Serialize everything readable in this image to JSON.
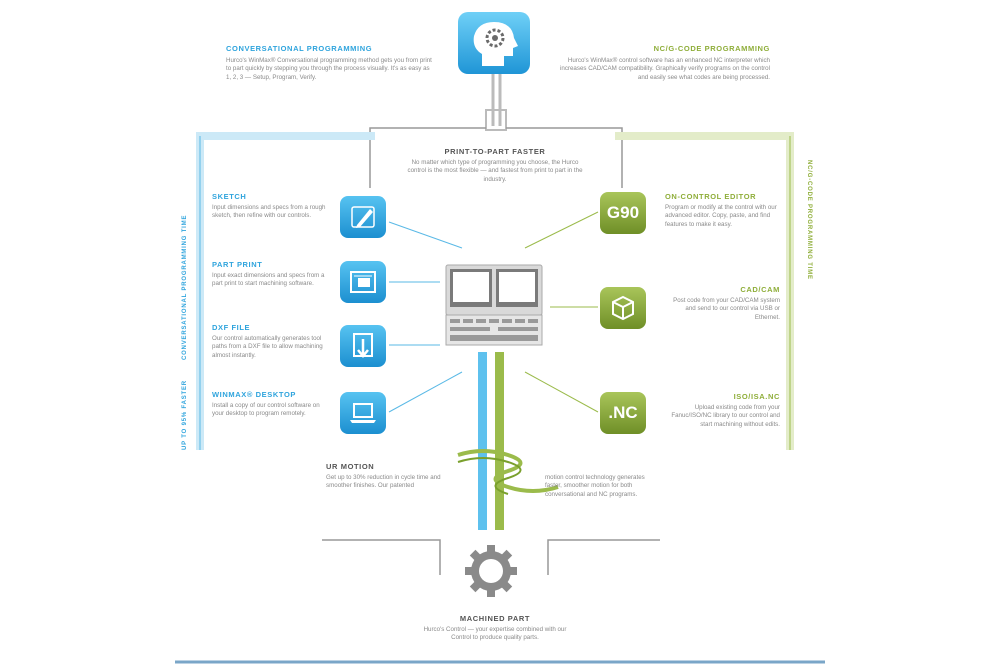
{
  "top": {
    "left_heading": "CONVERSATIONAL PROGRAMMING",
    "left_body": "Hurco's WinMax® Conversational programming method gets you from print to part quickly by stepping you through the process visually. It's as easy as 1, 2, 3 — Setup, Program, Verify.",
    "right_heading": "NC/G-CODE PROGRAMMING",
    "right_body": "Hurco's WinMax® control software has an enhanced NC interpreter which increases CAD/CAM compatibility. Graphically verify programs on the control and easily see what codes are being processed."
  },
  "center": {
    "heading": "PRINT-TO-PART FASTER",
    "body": "No matter which type of programming you choose, the Hurco control is the most flexible — and fastest from print to part in the industry."
  },
  "left_side": {
    "vertical_label": "CONVERSATIONAL PROGRAMMING TIME",
    "vertical_label_2": "UP TO 95% FASTER",
    "items": [
      {
        "title": "SKETCH",
        "body": "Input dimensions and specs from a rough sketch, then refine with our controls."
      },
      {
        "title": "PART PRINT",
        "body": "Input exact dimensions and specs from a part print to start machining software."
      },
      {
        "title": "DXF FILE",
        "body": "Our control automatically generates tool paths from a DXF file to allow machining almost instantly."
      },
      {
        "title": "WINMAX® DESKTOP",
        "body": "Install a copy of our control software on your desktop to program remotely."
      }
    ]
  },
  "right_side": {
    "vertical_label": "NC/G-CODE PROGRAMMING TIME",
    "items": [
      {
        "title": "ON-CONTROL EDITOR",
        "body": "Program or modify at the control with our advanced editor. Copy, paste, and find features to make it easy.",
        "icon_text": "G90"
      },
      {
        "title": "CAD/CAM",
        "body": "Post code from your CAD/CAM system and send to our control via USB or Ethernet.",
        "icon_text": ""
      },
      {
        "title": "ISO/ISA.NC",
        "body": "Upload existing code from your Fanuc/ISO/NC library to our control and start machining without edits.",
        "icon_text": ".NC"
      }
    ]
  },
  "bottom": {
    "ur_heading": "UR MOTION",
    "ur_body": "Get up to 30% reduction in cycle time and smoother finishes. Our patented",
    "ur_right_body": "motion control technology generates faster, smoother motion for both conversational and NC programs.",
    "machined_heading": "MACHINED PART",
    "machined_body": "Hurco's Control — your expertise combined with our Control to produce quality parts."
  },
  "colors": {
    "blue": "#2fa4dd",
    "green": "#8fae3a",
    "grey": "#9a9a9a"
  },
  "icons": [
    "head-gear-icon",
    "pencil-icon",
    "part-print-icon",
    "dxf-file-icon",
    "laptop-icon",
    "g-code-icon",
    "cube-icon",
    "nc-file-icon",
    "control-unit-icon",
    "gear-icon"
  ]
}
